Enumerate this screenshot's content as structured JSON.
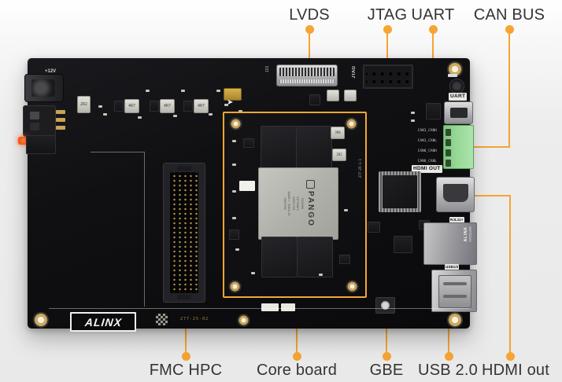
{
  "accent_color": "#F6A632",
  "callouts": {
    "top": [
      {
        "label": "LVDS"
      },
      {
        "label": "JTAG"
      },
      {
        "label": "UART"
      },
      {
        "label": "CAN BUS"
      }
    ],
    "bottom": [
      {
        "label": "FMC HPC"
      },
      {
        "label": "Core board"
      },
      {
        "label": "GBE"
      },
      {
        "label": "USB 2.0"
      },
      {
        "label": "HDMI out"
      }
    ]
  },
  "board": {
    "logo": "ALINX",
    "silkscreen": {
      "power": "+12V",
      "jtag": "JTAG",
      "uart": "UART",
      "hdmi_out": "HDMI OUT",
      "usb_port": "USB1/2",
      "rj45_port": "RJL11+",
      "lvds_ref": "J23",
      "board_code": "277-25-02",
      "can_pins": [
        "CAN1_CANH",
        "CAN1_CANL",
        "CAN0_CANH",
        "CAN0_CANL"
      ]
    },
    "inductors": [
      "2R2",
      "4R7",
      "4R7",
      "4R7"
    ],
    "core_board": {
      "fpga": {
        "brand": "PANGO",
        "lines": [
          "PG2K400",
          "61FF89W76",
          "U6M5C2351",
          "KQ1HH-C R1E20-01",
          "FA007900"
        ]
      },
      "inductors": [
        "3R8",
        "2R2"
      ],
      "code": "277-25-1-1"
    },
    "ethernet": {
      "brand": "ALINX",
      "part": "AX911130AI"
    }
  }
}
